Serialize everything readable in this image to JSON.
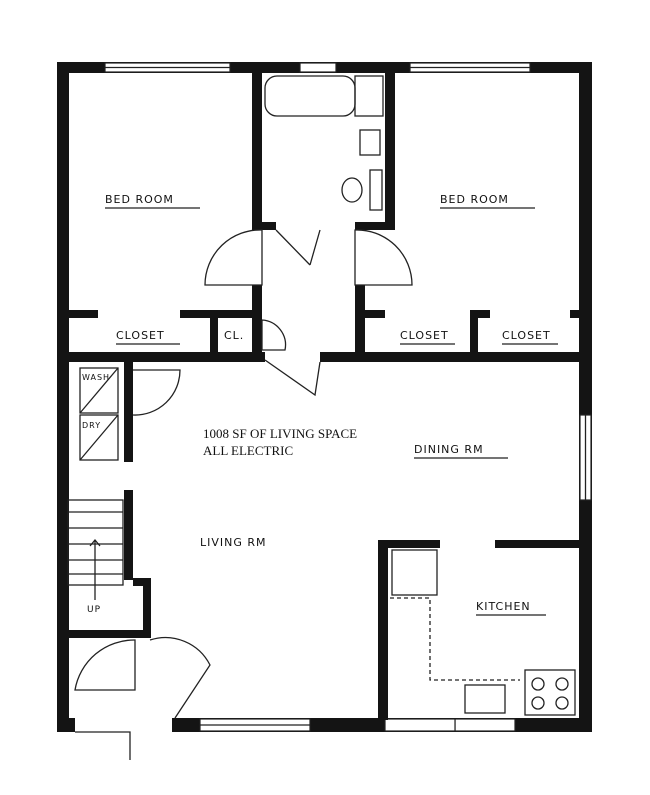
{
  "plan": {
    "note_line1": "1008 SF OF LIVING SPACE",
    "note_line2": "ALL ELECTRIC",
    "rooms": {
      "bedroom_left": "BED ROOM",
      "bedroom_right": "BED ROOM",
      "closet_left": "CLOSET",
      "closet_small": "CL.",
      "closet_mid": "CLOSET",
      "closet_right": "CLOSET",
      "dining": "DINING RM",
      "living": "LIVING RM",
      "kitchen": "KITCHEN",
      "wash": "WASH",
      "dryer": "DRY",
      "stairs_up": "UP"
    }
  }
}
